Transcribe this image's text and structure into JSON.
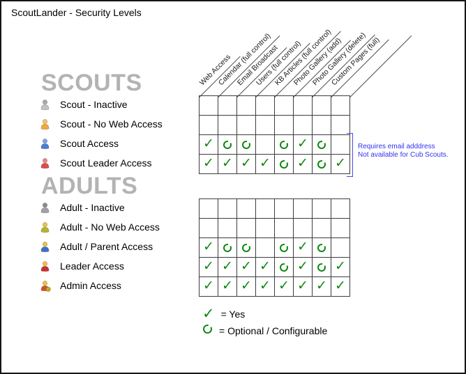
{
  "title": "ScoutLander - Security Levels",
  "colors": {
    "check_green": "#0e870e",
    "heading_gray": "#b3b3b3",
    "note_blue": "#3333ee",
    "grid_line": "#3c3c3c"
  },
  "columns": [
    "Web Access",
    "Calendar (full control)",
    "Email Broadcast",
    "Users (full control)",
    "KB Articles (full control)",
    "Photo Gallery (add)",
    "Photo Gallery (delete)",
    "Custom Pages (full)"
  ],
  "mark_meanings": {
    "yes": "Yes",
    "optional": "Optional / Configurable",
    "": "No"
  },
  "sections": [
    {
      "heading": "SCOUTS",
      "rows": [
        {
          "label": "Scout - Inactive",
          "icon": "person-gray-icon",
          "icon_colors": {
            "head": "#a9a9a9",
            "body": "#c3c3c3"
          },
          "marks": [
            "",
            "",
            "",
            "",
            "",
            "",
            "",
            ""
          ]
        },
        {
          "label": "Scout - No Web Access",
          "icon": "person-orange-icon",
          "icon_colors": {
            "head": "#f6c464",
            "body": "#f2a839"
          },
          "marks": [
            "",
            "",
            "",
            "",
            "",
            "",
            "",
            ""
          ]
        },
        {
          "label": "Scout Access",
          "icon": "person-blue-icon",
          "icon_colors": {
            "head": "#7aa4e9",
            "body": "#4a7cd6"
          },
          "marks": [
            "yes",
            "optional",
            "optional",
            "",
            "optional",
            "yes",
            "optional",
            ""
          ]
        },
        {
          "label": "Scout Leader Access",
          "icon": "person-red-icon",
          "icon_colors": {
            "head": "#f28282",
            "body": "#e04a4a"
          },
          "marks": [
            "yes",
            "yes",
            "yes",
            "yes",
            "optional",
            "yes",
            "optional",
            "yes"
          ]
        }
      ]
    },
    {
      "heading": "ADULTS",
      "rows": [
        {
          "label": "Adult - Inactive",
          "icon": "person-gray-icon",
          "icon_colors": {
            "head": "#8b8b8b",
            "body": "#a2a2a2"
          },
          "marks": [
            "",
            "",
            "",
            "",
            "",
            "",
            "",
            ""
          ]
        },
        {
          "label": "Adult - No Web Access",
          "icon": "person-olive-icon",
          "icon_colors": {
            "head": "#efc23f",
            "body": "#b5b52c"
          },
          "marks": [
            "",
            "",
            "",
            "",
            "",
            "",
            "",
            ""
          ]
        },
        {
          "label": "Adult / Parent Access",
          "icon": "person-blue-icon",
          "icon_colors": {
            "head": "#efc23f",
            "body": "#3a72cc"
          },
          "marks": [
            "yes",
            "optional",
            "optional",
            "",
            "optional",
            "yes",
            "optional",
            ""
          ]
        },
        {
          "label": "Leader Access",
          "icon": "person-red-icon",
          "icon_colors": {
            "head": "#efc23f",
            "body": "#cc2f2f"
          },
          "marks": [
            "yes",
            "yes",
            "yes",
            "yes",
            "optional",
            "yes",
            "optional",
            "yes"
          ]
        },
        {
          "label": "Admin Access",
          "icon": "person-admin-icon",
          "icon_colors": {
            "head": "#efc23f",
            "body": "#d8501f"
          },
          "badge": "lock-badge-icon",
          "marks": [
            "yes",
            "yes",
            "yes",
            "yes",
            "yes",
            "yes",
            "yes",
            "yes"
          ]
        }
      ]
    }
  ],
  "note": {
    "lines": [
      "Requires email adddress",
      "Not available for Cub Scouts."
    ]
  },
  "legend": [
    {
      "symbol": "yes",
      "text": "= Yes"
    },
    {
      "symbol": "optional",
      "text": "= Optional / Configurable"
    }
  ]
}
